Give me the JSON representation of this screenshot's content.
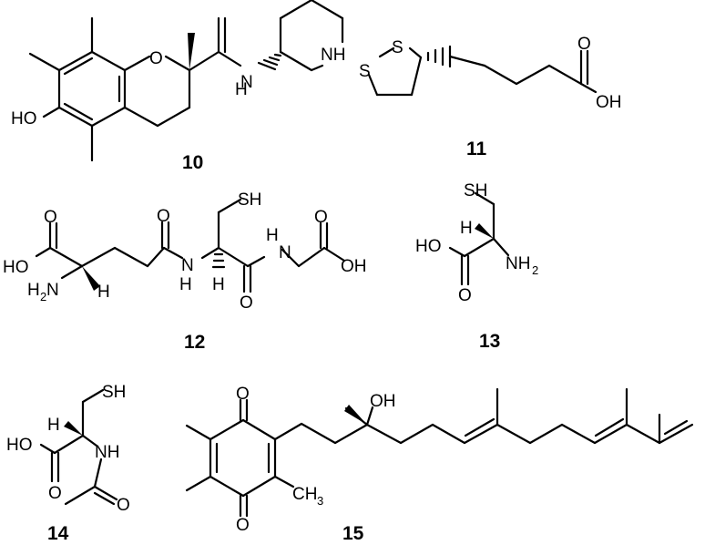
{
  "compounds": {
    "c10": {
      "number": "10",
      "labels": {
        "O": "O",
        "NH_amide": "N",
        "H_amide": "H",
        "NH_ring": "NH",
        "HO": "HO"
      }
    },
    "c11": {
      "number": "11",
      "labels": {
        "S1": "S",
        "S2": "S",
        "O": "O",
        "OH": "OH"
      }
    },
    "c12": {
      "number": "12",
      "labels": {
        "SH": "SH",
        "O1": "O",
        "O2": "O",
        "O3": "O",
        "O4": "O",
        "HO": "HO",
        "H2N_main": "H",
        "H2N_sub": "2",
        "H2N_tail": "N",
        "H_alpha": "H",
        "N1": "N",
        "H_N1": "H",
        "H_alpha2": "H",
        "NH2_label": "H",
        "N_gly": "N",
        "OH": "OH"
      }
    },
    "c13": {
      "number": "13",
      "labels": {
        "SH": "SH",
        "H": "H",
        "HO": "HO",
        "NH2_main": "NH",
        "NH2_sub": "2",
        "O": "O"
      }
    },
    "c14": {
      "number": "14",
      "labels": {
        "SH": "SH",
        "H": "H",
        "HO": "HO",
        "NH": "NH",
        "O1": "O",
        "O2": "O"
      }
    },
    "c15": {
      "number": "15",
      "labels": {
        "O_top": "O",
        "O_bot": "O",
        "OH": "OH",
        "CH3_main": "CH",
        "CH3_sub": "3"
      }
    }
  }
}
